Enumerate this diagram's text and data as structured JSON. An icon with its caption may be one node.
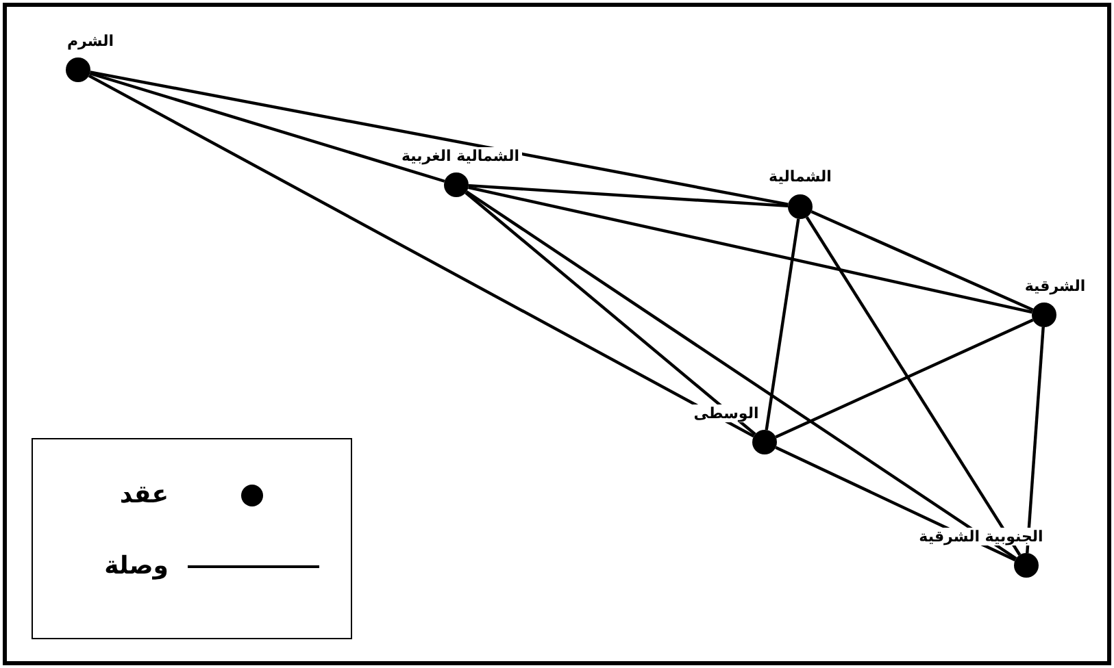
{
  "diagram": {
    "nodes": [
      {
        "text": [],
        "shape": "circle",
        "beside": [
          "الشرم"
        ]
      },
      {
        "text": [],
        "shape": "circle",
        "beside": [
          "الشمالية الغربية"
        ]
      },
      {
        "text": [],
        "shape": "circle",
        "beside": [
          "الشمالية"
        ]
      },
      {
        "text": [],
        "shape": "circle",
        "beside": [
          "الشرقية"
        ]
      },
      {
        "text": [],
        "shape": "circle",
        "beside": [
          "الوسطى"
        ]
      },
      {
        "text": [],
        "shape": "circle",
        "beside": [
          "الجنوبية الشرقية"
        ]
      }
    ],
    "edges": [
      {
        "from": 0,
        "to": 1,
        "arrow": "none"
      },
      {
        "from": 0,
        "to": 2,
        "arrow": "none"
      },
      {
        "from": 0,
        "to": 4,
        "arrow": "none"
      },
      {
        "from": 1,
        "to": 2,
        "arrow": "none"
      },
      {
        "from": 1,
        "to": 3,
        "arrow": "none"
      },
      {
        "from": 1,
        "to": 4,
        "arrow": "none"
      },
      {
        "from": 1,
        "to": 5,
        "arrow": "none"
      },
      {
        "from": 2,
        "to": 3,
        "arrow": "none"
      },
      {
        "from": 2,
        "to": 4,
        "arrow": "none"
      },
      {
        "from": 2,
        "to": 5,
        "arrow": "none"
      },
      {
        "from": 3,
        "to": 4,
        "arrow": "none"
      },
      {
        "from": 3,
        "to": 5,
        "arrow": "none"
      },
      {
        "from": 4,
        "to": 5,
        "arrow": "none"
      }
    ],
    "legend": [
      {
        "text": "عقد"
      },
      {
        "text": "وصلة"
      }
    ]
  }
}
